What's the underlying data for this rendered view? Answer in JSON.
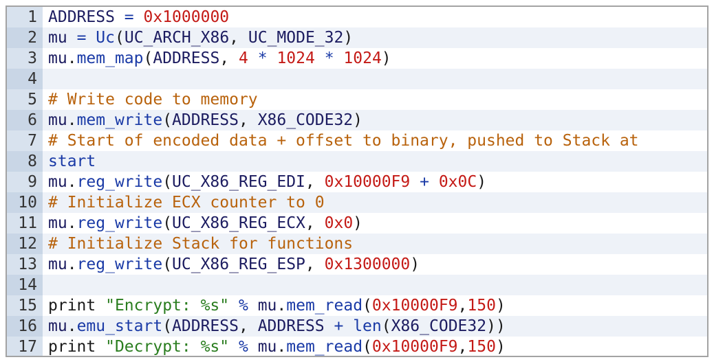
{
  "code": {
    "lines": [
      {
        "n": "1",
        "tokens": [
          [
            "id",
            "ADDRESS"
          ],
          [
            "pun",
            " "
          ],
          [
            "op",
            "="
          ],
          [
            "pun",
            " "
          ],
          [
            "num",
            "0x1000000"
          ]
        ]
      },
      {
        "n": "2",
        "tokens": [
          [
            "id",
            "mu"
          ],
          [
            "pun",
            " "
          ],
          [
            "op",
            "="
          ],
          [
            "pun",
            " "
          ],
          [
            "fn",
            "Uc"
          ],
          [
            "pun",
            "("
          ],
          [
            "id",
            "UC_ARCH_X86"
          ],
          [
            "pun",
            ", "
          ],
          [
            "id",
            "UC_MODE_32"
          ],
          [
            "pun",
            ")"
          ]
        ]
      },
      {
        "n": "3",
        "tokens": [
          [
            "id",
            "mu"
          ],
          [
            "pun",
            "."
          ],
          [
            "fn",
            "mem_map"
          ],
          [
            "pun",
            "("
          ],
          [
            "id",
            "ADDRESS"
          ],
          [
            "pun",
            ", "
          ],
          [
            "num",
            "4"
          ],
          [
            "pun",
            " "
          ],
          [
            "op",
            "*"
          ],
          [
            "pun",
            " "
          ],
          [
            "num",
            "1024"
          ],
          [
            "pun",
            " "
          ],
          [
            "op",
            "*"
          ],
          [
            "pun",
            " "
          ],
          [
            "num",
            "1024"
          ],
          [
            "pun",
            ")"
          ]
        ]
      },
      {
        "n": "4",
        "tokens": []
      },
      {
        "n": "5",
        "tokens": [
          [
            "cmt",
            "# Write code to memory"
          ]
        ]
      },
      {
        "n": "6",
        "tokens": [
          [
            "id",
            "mu"
          ],
          [
            "pun",
            "."
          ],
          [
            "fn",
            "mem_write"
          ],
          [
            "pun",
            "("
          ],
          [
            "id",
            "ADDRESS"
          ],
          [
            "pun",
            ", "
          ],
          [
            "id",
            "X86_CODE32"
          ],
          [
            "pun",
            ")"
          ]
        ]
      },
      {
        "n": "7",
        "tokens": [
          [
            "cmt",
            "# Start of encoded data + offset to binary, pushed to Stack at"
          ]
        ]
      },
      {
        "n": "8",
        "tokens": [
          [
            "fn",
            "start"
          ]
        ]
      },
      {
        "n": "9",
        "tokens": [
          [
            "id",
            "mu"
          ],
          [
            "pun",
            "."
          ],
          [
            "fn",
            "reg_write"
          ],
          [
            "pun",
            "("
          ],
          [
            "id",
            "UC_X86_REG_EDI"
          ],
          [
            "pun",
            ", "
          ],
          [
            "num",
            "0x10000F9"
          ],
          [
            "pun",
            " "
          ],
          [
            "op",
            "+"
          ],
          [
            "pun",
            " "
          ],
          [
            "num",
            "0x0C"
          ],
          [
            "pun",
            ")"
          ]
        ]
      },
      {
        "n": "10",
        "tokens": [
          [
            "cmt",
            "# Initialize ECX counter to 0"
          ]
        ]
      },
      {
        "n": "11",
        "tokens": [
          [
            "id",
            "mu"
          ],
          [
            "pun",
            "."
          ],
          [
            "fn",
            "reg_write"
          ],
          [
            "pun",
            "("
          ],
          [
            "id",
            "UC_X86_REG_ECX"
          ],
          [
            "pun",
            ", "
          ],
          [
            "num",
            "0x0"
          ],
          [
            "pun",
            ")"
          ]
        ]
      },
      {
        "n": "12",
        "tokens": [
          [
            "cmt",
            "# Initialize Stack for functions"
          ]
        ]
      },
      {
        "n": "13",
        "tokens": [
          [
            "id",
            "mu"
          ],
          [
            "pun",
            "."
          ],
          [
            "fn",
            "reg_write"
          ],
          [
            "pun",
            "("
          ],
          [
            "id",
            "UC_X86_REG_ESP"
          ],
          [
            "pun",
            ", "
          ],
          [
            "num",
            "0x1300000"
          ],
          [
            "pun",
            ")"
          ]
        ]
      },
      {
        "n": "14",
        "tokens": []
      },
      {
        "n": "15",
        "tokens": [
          [
            "kw",
            "print"
          ],
          [
            "pun",
            " "
          ],
          [
            "str",
            "\"Encrypt: %s\""
          ],
          [
            "pun",
            " "
          ],
          [
            "op",
            "%"
          ],
          [
            "pun",
            " "
          ],
          [
            "id",
            "mu"
          ],
          [
            "pun",
            "."
          ],
          [
            "fn",
            "mem_read"
          ],
          [
            "pun",
            "("
          ],
          [
            "num",
            "0x10000F9"
          ],
          [
            "pun",
            ","
          ],
          [
            "num",
            "150"
          ],
          [
            "pun",
            ")"
          ]
        ]
      },
      {
        "n": "16",
        "tokens": [
          [
            "id",
            "mu"
          ],
          [
            "pun",
            "."
          ],
          [
            "fn",
            "emu_start"
          ],
          [
            "pun",
            "("
          ],
          [
            "id",
            "ADDRESS"
          ],
          [
            "pun",
            ", "
          ],
          [
            "id",
            "ADDRESS"
          ],
          [
            "pun",
            " "
          ],
          [
            "op",
            "+"
          ],
          [
            "pun",
            " "
          ],
          [
            "fn",
            "len"
          ],
          [
            "pun",
            "("
          ],
          [
            "id",
            "X86_CODE32"
          ],
          [
            "pun",
            "))"
          ]
        ]
      },
      {
        "n": "17",
        "tokens": [
          [
            "kw",
            "print"
          ],
          [
            "pun",
            " "
          ],
          [
            "str",
            "\"Decrypt: %s\""
          ],
          [
            "pun",
            " "
          ],
          [
            "op",
            "%"
          ],
          [
            "pun",
            " "
          ],
          [
            "id",
            "mu"
          ],
          [
            "pun",
            "."
          ],
          [
            "fn",
            "mem_read"
          ],
          [
            "pun",
            "("
          ],
          [
            "num",
            "0x10000F9"
          ],
          [
            "pun",
            ","
          ],
          [
            "num",
            "150"
          ],
          [
            "pun",
            ")"
          ]
        ]
      }
    ]
  },
  "colors": {
    "gutter": "#d8e2ee",
    "gutter_alt": "#c9d6e6",
    "row_alt": "#eef2f8",
    "comment": "#b8620c",
    "number": "#c41a16",
    "function": "#1a3aa6",
    "string": "#2a7d1f"
  }
}
